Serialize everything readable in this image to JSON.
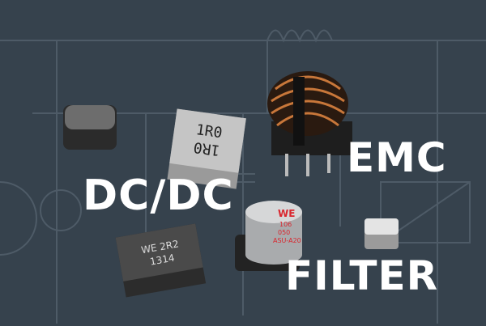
{
  "headlines": {
    "dcdc": "DC/DC",
    "emc": "EMC",
    "filter": "FILTER"
  },
  "components": {
    "inductor_square": {
      "line1": "1R0",
      "line2": "1R0"
    },
    "power_inductor": {
      "line1": "WE 2R2",
      "line2": "1314"
    },
    "capacitor": {
      "logo": "WE",
      "line1": "106",
      "line2": "050",
      "line3": "ASU-A20"
    }
  },
  "colors": {
    "background": "#36424d",
    "circuit_lines": "#4e5b67",
    "headline": "#ffffff",
    "capacitor_print": "#d9262e",
    "copper": "#c8773a"
  }
}
